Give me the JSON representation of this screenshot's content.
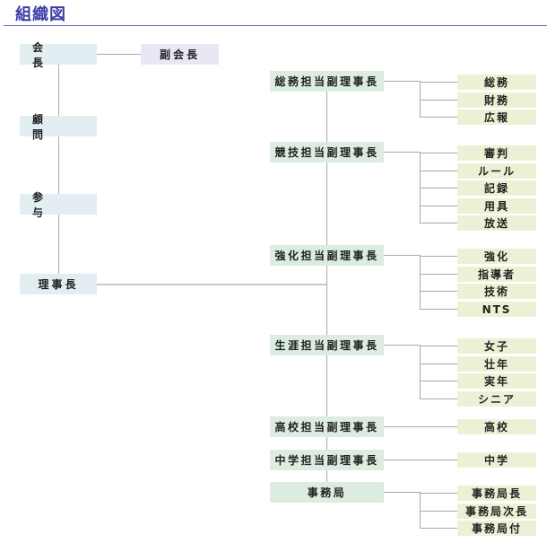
{
  "title": "組織図",
  "colors": {
    "title": "#3a3ca6",
    "leadership_box": "#e2eef2",
    "vice_box": "#ebe6f3",
    "division_box": "#dcece0",
    "section_box": "#eef0d6",
    "connector": "#a9a9a9"
  },
  "leadership": {
    "president": "会　長",
    "vice_president": "副会長",
    "advisor": "顧　問",
    "counselor": "参　与",
    "chairman": "理事長"
  },
  "divisions": [
    {
      "label": "総務担当副理事長",
      "sections": [
        "総務",
        "財務",
        "広報"
      ]
    },
    {
      "label": "競技担当副理事長",
      "sections": [
        "審判",
        "ルール",
        "記録",
        "用具",
        "放送"
      ]
    },
    {
      "label": "強化担当副理事長",
      "sections": [
        "強化",
        "指導者",
        "技術",
        "NTS"
      ]
    },
    {
      "label": "生涯担当副理事長",
      "sections": [
        "女子",
        "壮年",
        "実年",
        "シニア"
      ]
    },
    {
      "label": "高校担当副理事長",
      "sections": [
        "高校"
      ]
    },
    {
      "label": "中学担当副理事長",
      "sections": [
        "中学"
      ]
    },
    {
      "label": "事務局",
      "sections": [
        "事務局長",
        "事務局次長",
        "事務局付"
      ]
    }
  ]
}
